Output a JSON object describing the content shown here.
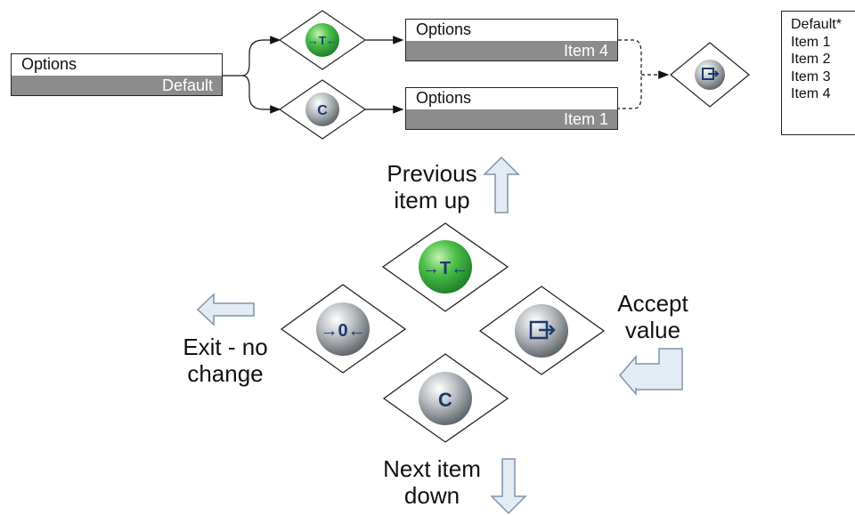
{
  "flow": {
    "root_field": {
      "title": "Options",
      "value": "Default"
    },
    "upper_field": {
      "title": "Options",
      "value": "Item 4"
    },
    "lower_field": {
      "title": "Options",
      "value": "Item 1"
    },
    "options_list": [
      "Default*",
      "Item 1",
      "Item 2",
      "Item 3",
      "Item 4"
    ]
  },
  "keys": {
    "tare_glyph": "→T←",
    "clear_glyph": "C",
    "zero_glyph": "→0←"
  },
  "legend": {
    "up_label_line1": "Previous",
    "up_label_line2": "item up",
    "down_label_line1": "Next item",
    "down_label_line2": "down",
    "left_label_line1": "Exit - no",
    "left_label_line2": "change",
    "right_label_line1": "Accept",
    "right_label_line2": "value"
  },
  "colors": {
    "tare_green": "#39b54a",
    "clear_gray": "#9ea3a9",
    "value_bar": "#8c8c8c",
    "arrow_fill": "#dfe8f3",
    "arrow_stroke": "#8ea2b8",
    "key_glyph": "#1b3a6b"
  },
  "icons": [
    "tare-key-icon",
    "clear-key-icon",
    "zero-key-icon",
    "enter-key-icon"
  ]
}
